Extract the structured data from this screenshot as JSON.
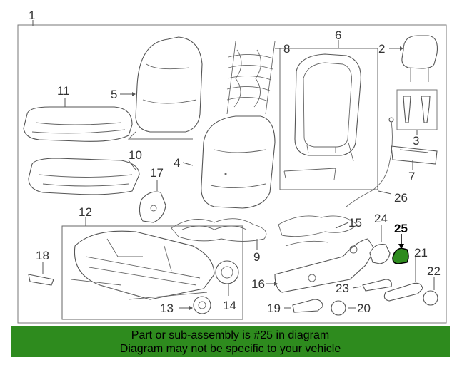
{
  "diagram": {
    "highlight_color": "#2e8b1e",
    "highlight_part": "25",
    "callouts": [
      "1",
      "2",
      "3",
      "4",
      "5",
      "6",
      "7",
      "8",
      "9",
      "10",
      "11",
      "12",
      "13",
      "14",
      "15",
      "16",
      "17",
      "18",
      "19",
      "20",
      "21",
      "22",
      "23",
      "24",
      "25",
      "26"
    ]
  },
  "banner": {
    "line1": "Part or sub-assembly is #25 in diagram",
    "line2": "Diagram may not be specific to your vehicle",
    "color": "#2e8b1e"
  }
}
